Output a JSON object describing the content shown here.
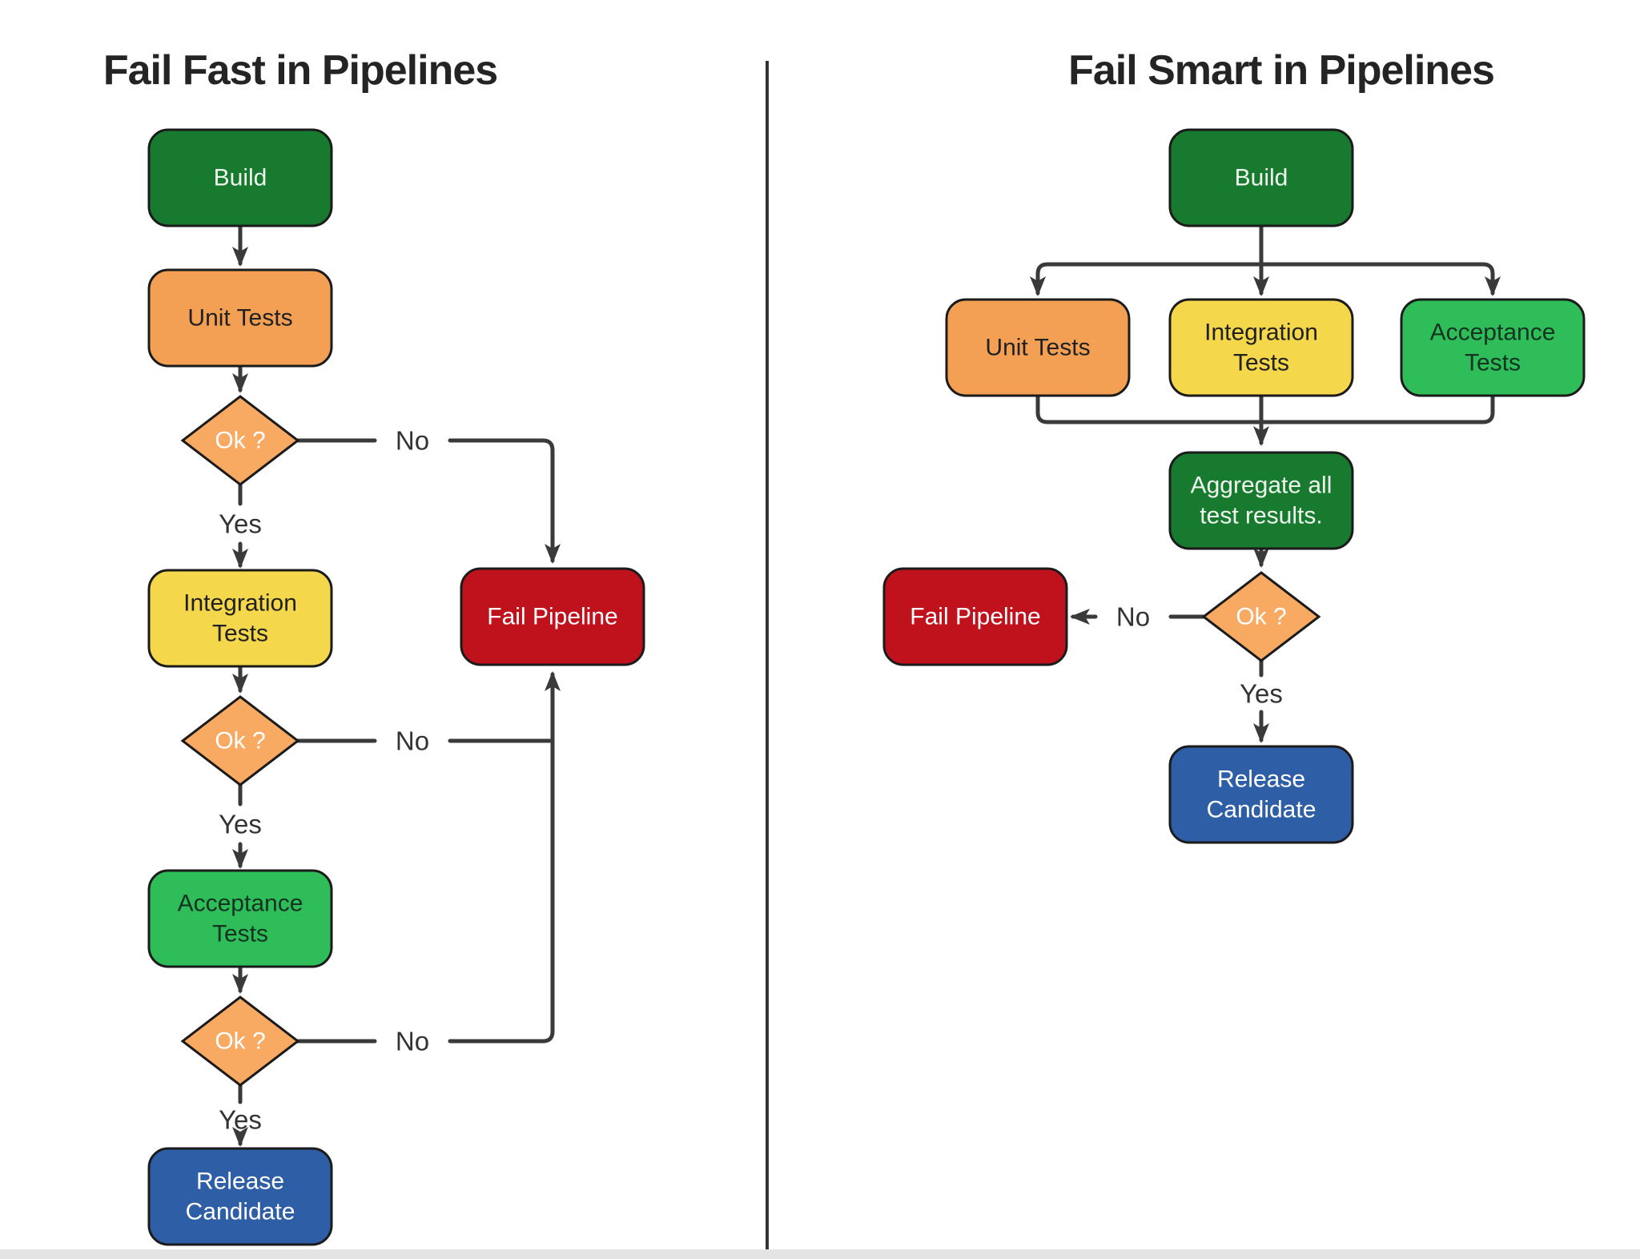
{
  "page": {
    "background": "#ffffff",
    "divider_color": "#333333",
    "bottom_strip_color": "#e4e4e4"
  },
  "style": {
    "line_color": "#3a3a3a",
    "node_border_color": "#1b1b1b",
    "title_color": "#242424",
    "edge_label_color": "#333333"
  },
  "left_panel": {
    "title": "Fail Fast in Pipelines",
    "nodes": {
      "build": {
        "lines": [
          "Build"
        ],
        "fill": "#177a2f",
        "text_color": "#eef6ee"
      },
      "unit_tests": {
        "lines": [
          "Unit Tests"
        ],
        "fill": "#f3a055",
        "text_color": "#212121"
      },
      "ok_unit": {
        "label": "Ok ?",
        "fill": "#f8a962",
        "text_color": "#ffffff"
      },
      "integration_tests": {
        "lines": [
          "Integration",
          "Tests"
        ],
        "fill": "#f4d74a",
        "text_color": "#212121"
      },
      "ok_integration": {
        "label": "Ok ?",
        "fill": "#f8a962",
        "text_color": "#ffffff"
      },
      "acceptance_tests": {
        "lines": [
          "Acceptance",
          "Tests"
        ],
        "fill": "#2ebd59",
        "text_color": "#143321"
      },
      "ok_acceptance": {
        "label": "Ok ?",
        "fill": "#f8a962",
        "text_color": "#ffffff"
      },
      "fail_pipeline": {
        "lines": [
          "Fail Pipeline"
        ],
        "fill": "#bf121d",
        "text_color": "#ffffff"
      },
      "release_candidate": {
        "lines": [
          "Release",
          "Candidate"
        ],
        "fill": "#2e5ea6",
        "text_color": "#ffffff"
      }
    },
    "edge_labels": {
      "no_unit": "No",
      "yes_unit": "Yes",
      "no_integration": "No",
      "yes_integration": "Yes",
      "no_acceptance": "No",
      "yes_acceptance": "Yes"
    }
  },
  "right_panel": {
    "title": "Fail Smart in Pipelines",
    "nodes": {
      "build": {
        "lines": [
          "Build"
        ],
        "fill": "#177a2f",
        "text_color": "#eef6ee"
      },
      "unit_tests": {
        "lines": [
          "Unit Tests"
        ],
        "fill": "#f3a055",
        "text_color": "#212121"
      },
      "integration_tests": {
        "lines": [
          "Integration",
          "Tests"
        ],
        "fill": "#f4d74a",
        "text_color": "#212121"
      },
      "acceptance_tests": {
        "lines": [
          "Acceptance",
          "Tests"
        ],
        "fill": "#2ebd59",
        "text_color": "#143321"
      },
      "aggregate": {
        "lines": [
          "Aggregate all",
          "test results."
        ],
        "fill": "#177a2f",
        "text_color": "#eef6ee"
      },
      "ok": {
        "label": "Ok ?",
        "fill": "#f8a962",
        "text_color": "#ffffff"
      },
      "fail_pipeline": {
        "lines": [
          "Fail Pipeline"
        ],
        "fill": "#bf121d",
        "text_color": "#ffffff"
      },
      "release_candidate": {
        "lines": [
          "Release",
          "Candidate"
        ],
        "fill": "#2e5ea6",
        "text_color": "#ffffff"
      }
    },
    "edge_labels": {
      "no": "No",
      "yes": "Yes"
    }
  }
}
